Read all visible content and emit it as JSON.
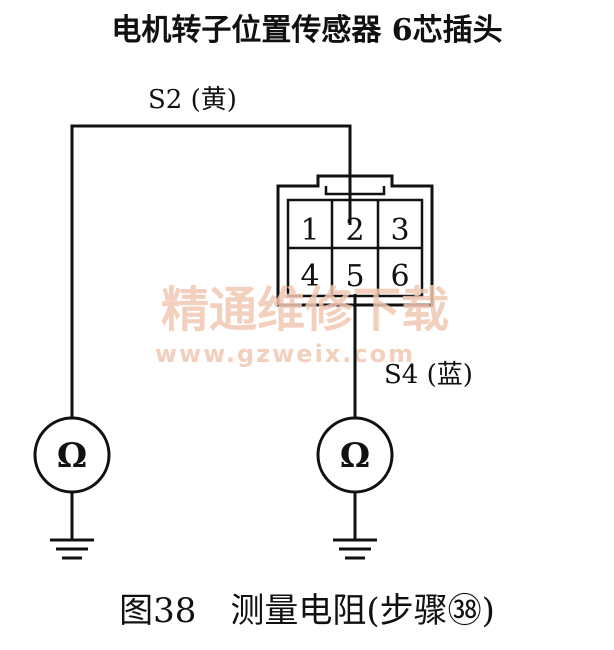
{
  "title": "电机转子位置传感器 6芯插头",
  "connector": {
    "pins_row1": [
      "1",
      "2",
      "3"
    ],
    "pins_row2": [
      "4",
      "5",
      "6"
    ]
  },
  "wires": {
    "s2_label": "S2 (黄)",
    "s4_label": "S4 (蓝)"
  },
  "meters": {
    "left_symbol": "Ω",
    "right_symbol": "Ω"
  },
  "watermark": {
    "line1": "精通维修下载",
    "line2": "www.gzweix.com"
  },
  "caption": "图38　测量电阻(步骤㊳)"
}
